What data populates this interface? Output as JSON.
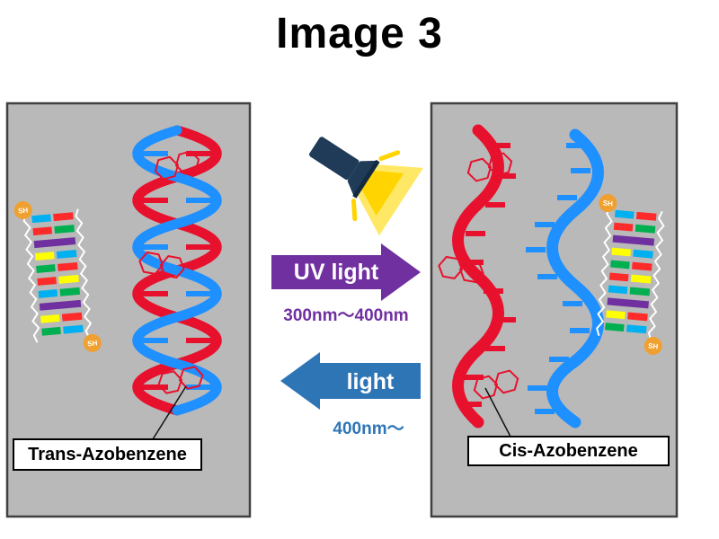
{
  "title": "Image 3",
  "left_panel": {
    "caption": "Trans-Azobenzene",
    "content": "DNA double helix (red and blue strands) with trans-azobenzene moieties, thiol-modified DNA duplex nanostructure"
  },
  "right_panel": {
    "caption": "Cis-Azobenzene",
    "content": "Separated red and blue DNA strands with cis-azobenzene moieties, thiol-modified DNA duplex nanostructure"
  },
  "center": {
    "uv": {
      "label": "UV light",
      "range": "300nm～400nm",
      "color": "#7030a0"
    },
    "visible": {
      "label": "light",
      "range": "400nm～",
      "color": "#2e75b6"
    }
  },
  "thiol_label": "SH",
  "icons": {
    "flashlight": "flashlight shining yellow beam",
    "azobenzene": "double-hexagon rings",
    "thiol": "orange SH circle"
  },
  "colors": {
    "panel_bg": "#b9b9b9",
    "panel_border": "#404040",
    "strand_red": "#e8112d",
    "strand_blue": "#1e90ff",
    "uv_purple": "#7030a0",
    "vis_blue": "#2e75b6",
    "beam_yellow": "#ffd400",
    "beam_yellow_light": "#ffe866",
    "flashlight_body": "#1f3b57",
    "thiol_orange": "#f0a030",
    "ladder_palette": [
      "#00b0f0",
      "#ff2a2a",
      "#00b050",
      "#ffff00",
      "#7030a0"
    ]
  }
}
